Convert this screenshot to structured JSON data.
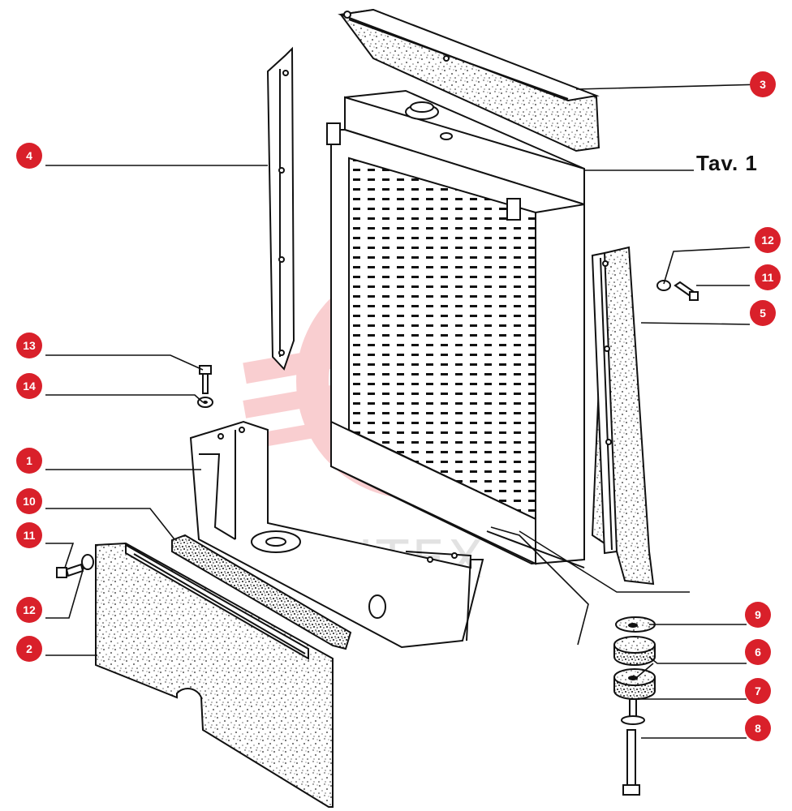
{
  "title": "Tav. 1",
  "watermark": {
    "text": "ИНТЕХ",
    "color": "#e8262f"
  },
  "callout_color": "#d9202a",
  "callouts": [
    {
      "id": "c3",
      "label": "3"
    },
    {
      "id": "c4",
      "label": "4"
    },
    {
      "id": "c12a",
      "label": "12"
    },
    {
      "id": "c11a",
      "label": "11"
    },
    {
      "id": "c5",
      "label": "5"
    },
    {
      "id": "c13",
      "label": "13"
    },
    {
      "id": "c14",
      "label": "14"
    },
    {
      "id": "c1",
      "label": "1"
    },
    {
      "id": "c10",
      "label": "10"
    },
    {
      "id": "c11b",
      "label": "11"
    },
    {
      "id": "c12b",
      "label": "12"
    },
    {
      "id": "c2",
      "label": "2"
    },
    {
      "id": "c9",
      "label": "9"
    },
    {
      "id": "c6",
      "label": "6"
    },
    {
      "id": "c7",
      "label": "7"
    },
    {
      "id": "c8",
      "label": "8"
    }
  ]
}
